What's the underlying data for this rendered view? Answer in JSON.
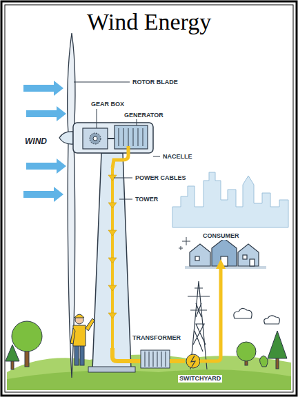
{
  "diagram": {
    "title": "Wind Energy",
    "labels": [
      "ROTOR BLADE",
      "GEAR BOX",
      "GENERATOR",
      "WIND",
      "NACELLE",
      "POWER CABLES",
      "TOWER",
      "CONSUMER",
      "TRANSFORMER",
      "SWITCHYARD"
    ]
  }
}
